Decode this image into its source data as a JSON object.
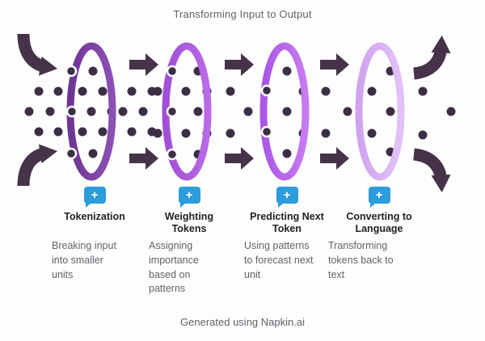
{
  "title": "Transforming Input to Output",
  "footer": "Generated using Napkin.ai",
  "icon_plus": "+",
  "colors": {
    "arrow": "#463349",
    "dot": "#3c2f45",
    "ring_1_left": "#6f3595",
    "ring_1_right": "#8c50b4",
    "ring_2_left": "#a04fd6",
    "ring_2_right": "#b96ae6",
    "ring_3_left": "#ab57e6",
    "ring_3_right": "#c77bf1",
    "ring_4_left": "#cfa3ee",
    "ring_4_right": "#e2c2f8",
    "icon": "#2d9cdb",
    "title": "#5f6368",
    "label": "#212121",
    "desc": "#5f6368"
  },
  "stages": [
    {
      "label": "Tokenization",
      "description": "Breaking input\ninto smaller\nunits"
    },
    {
      "label": "Weighting\nTokens",
      "description": "Assigning\nimportance\nbased on\npatterns"
    },
    {
      "label": "Predicting Next\nToken",
      "description": "Using patterns\nto forecast next\nunit"
    },
    {
      "label": "Converting to\nLanguage",
      "description": "Transforming\ntokens back to\ntext"
    }
  ]
}
